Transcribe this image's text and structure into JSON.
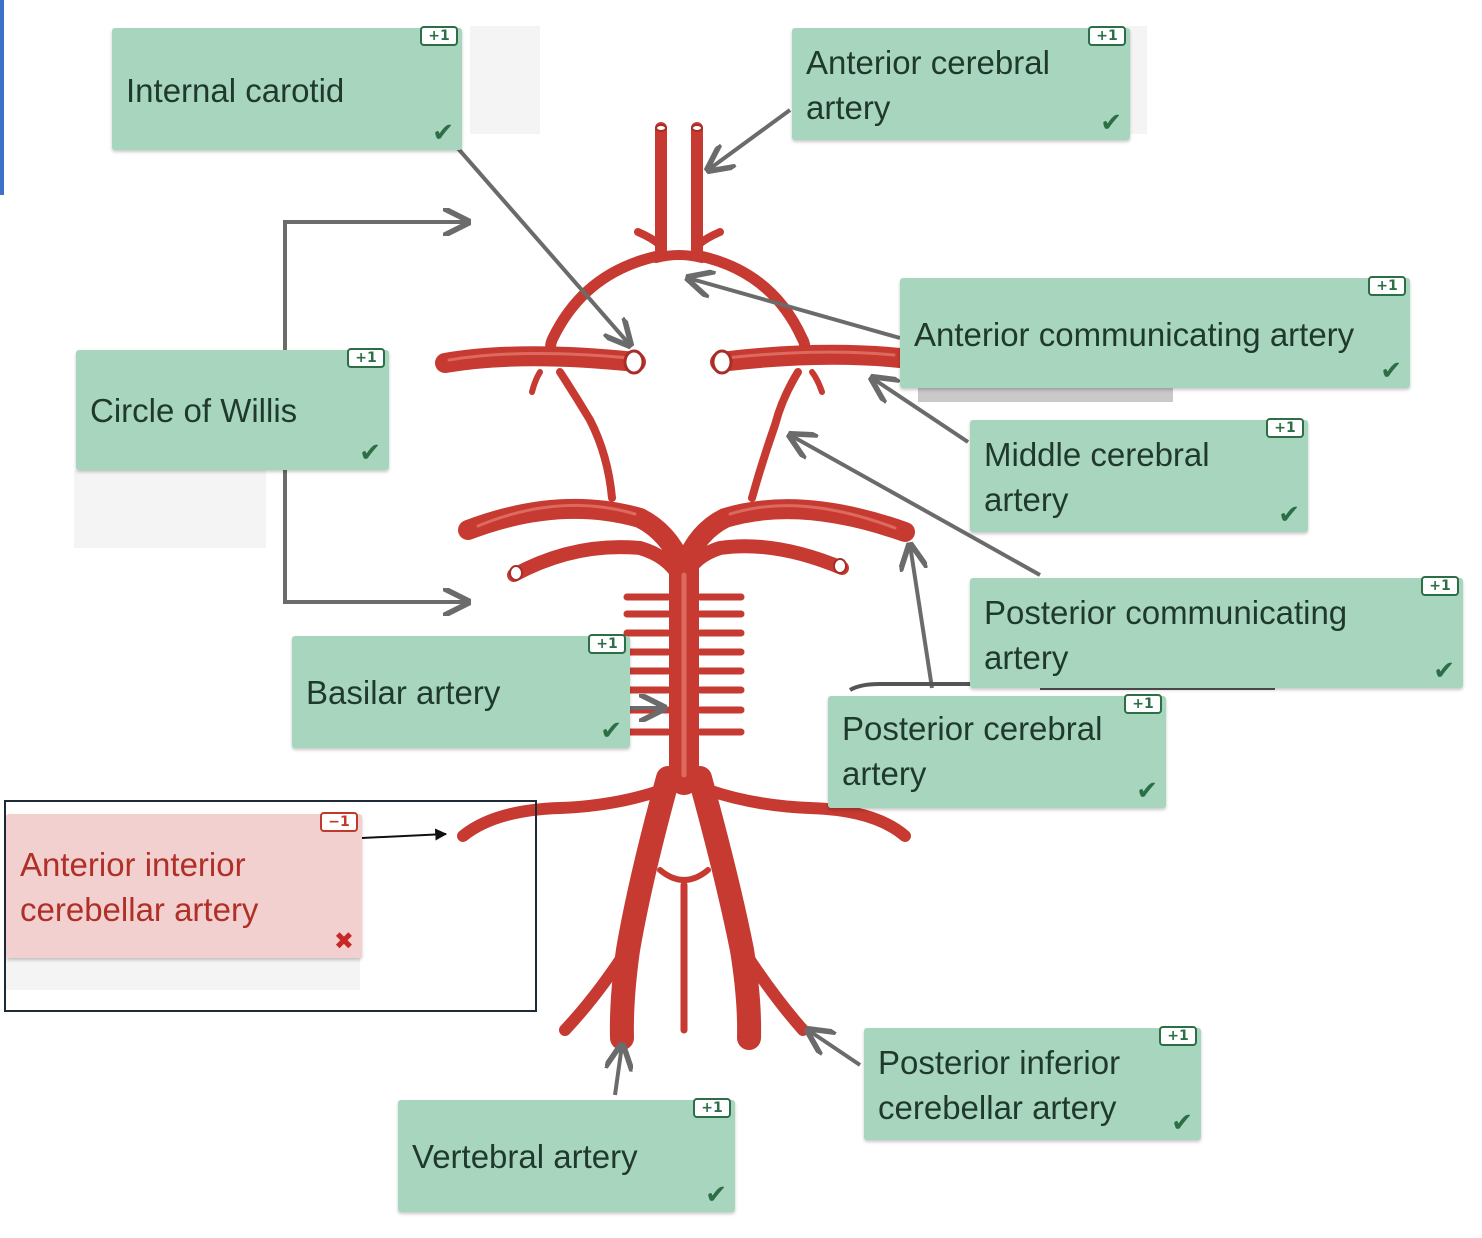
{
  "colors": {
    "artery": "#c63a31",
    "artery_highlight": "#e3756a",
    "label_correct_bg": "#a8d5be",
    "label_wrong_bg": "#f1d0cf",
    "label_correct_text": "#1f3a2c",
    "label_wrong_text": "#b03028",
    "leader_line": "#6b6b6b",
    "badge_correct": "#2c6e46",
    "badge_wrong": "#c0392b"
  },
  "labels": [
    {
      "id": "internal-carotid",
      "text": "Internal carotid",
      "badge": "+1",
      "mark": "✔",
      "status": "correct",
      "icon": "checkmark-icon"
    },
    {
      "id": "anterior-cerebral",
      "text_lines": [
        "Anterior cerebral",
        "artery"
      ],
      "badge": "+1",
      "mark": "✔",
      "status": "correct",
      "icon": "checkmark-icon"
    },
    {
      "id": "anterior-communicating",
      "text": "Anterior communicating artery",
      "badge": "+1",
      "mark": "✔",
      "status": "correct",
      "icon": "checkmark-icon"
    },
    {
      "id": "circle-of-willis",
      "text": "Circle of Willis",
      "badge": "+1",
      "mark": "✔",
      "status": "correct",
      "icon": "checkmark-icon"
    },
    {
      "id": "middle-cerebral",
      "text_lines": [
        "Middle cerebral",
        "artery"
      ],
      "badge": "+1",
      "mark": "✔",
      "status": "correct",
      "icon": "checkmark-icon"
    },
    {
      "id": "posterior-communicating",
      "text_lines": [
        "Posterior communicating",
        "artery"
      ],
      "badge": "+1",
      "mark": "✔",
      "status": "correct",
      "icon": "checkmark-icon"
    },
    {
      "id": "basilar",
      "text": "Basilar artery",
      "badge": "+1",
      "mark": "✔",
      "status": "correct",
      "icon": "checkmark-icon"
    },
    {
      "id": "posterior-cerebral",
      "text_lines": [
        "Posterior cerebral",
        "artery"
      ],
      "badge": "+1",
      "mark": "✔",
      "status": "correct",
      "icon": "checkmark-icon"
    },
    {
      "id": "anterior-inferior-cerebellar",
      "text_lines": [
        "Anterior interior",
        "cerebellar artery"
      ],
      "badge": "−1",
      "mark": "✖",
      "status": "wrong",
      "icon": "cross-icon"
    },
    {
      "id": "posterior-inferior-cerebellar",
      "text_lines": [
        "Posterior inferior",
        "cerebellar artery"
      ],
      "badge": "+1",
      "mark": "✔",
      "status": "correct",
      "icon": "checkmark-icon"
    },
    {
      "id": "vertebral",
      "text": "Vertebral artery",
      "badge": "+1",
      "mark": "✔",
      "status": "correct",
      "icon": "checkmark-icon"
    }
  ]
}
